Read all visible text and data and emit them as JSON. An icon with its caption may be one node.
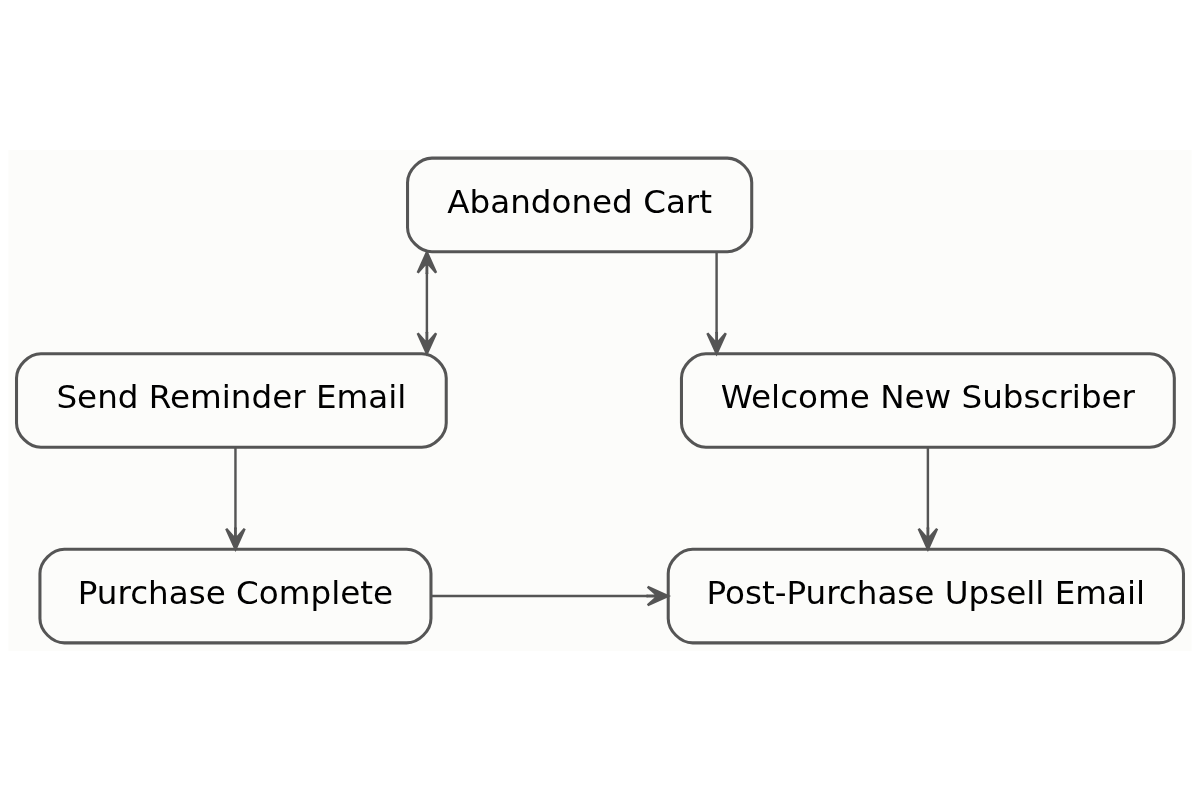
{
  "diagram": {
    "nodes": [
      {
        "text": [
          "Abandoned Cart"
        ]
      },
      {
        "text": [
          "Send Reminder Email"
        ]
      },
      {
        "text": [
          "Welcome New Subscriber"
        ]
      },
      {
        "text": [
          "Purchase Complete"
        ]
      },
      {
        "text": [
          "Post-Purchase Upsell Email"
        ]
      }
    ],
    "edges": [
      {
        "from": 0,
        "to": 1,
        "arrow": "both"
      },
      {
        "from": 0,
        "to": 2,
        "arrow": "to"
      },
      {
        "from": 1,
        "to": 3,
        "arrow": "to"
      },
      {
        "from": 2,
        "to": 4,
        "arrow": "to"
      },
      {
        "from": 3,
        "to": 4,
        "arrow": "to"
      }
    ]
  }
}
